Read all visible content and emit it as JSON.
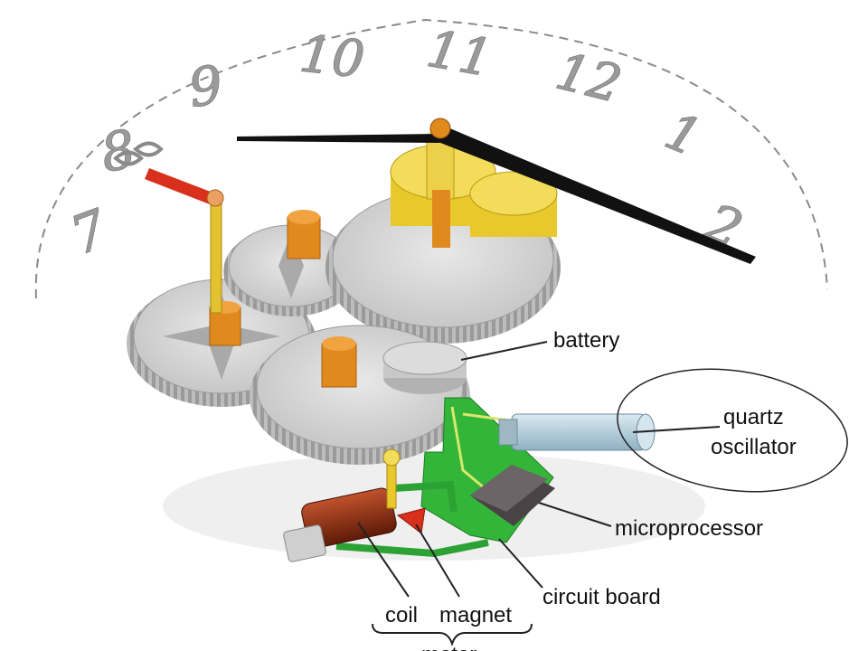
{
  "dial": {
    "numerals": [
      "7",
      "8",
      "9",
      "10",
      "11",
      "12",
      "1",
      "2"
    ]
  },
  "labels": {
    "battery": "battery",
    "quartz": "quartz",
    "oscillator": "oscillator",
    "microprocessor": "microprocessor",
    "circuit_board": "circuit board",
    "coil": "coil",
    "magnet": "magnet",
    "motor": "motor"
  },
  "colors": {
    "gear_gray": "#c9c9c9",
    "gear_dark": "#8f8f8f",
    "gold": "#e8c82a",
    "orange": "#e08a1e",
    "hand_black": "#111111",
    "second_hand_red": "#d8301c",
    "board_green": "#33b53a",
    "chip": "#5b5456",
    "coil_copper": "#8b2b12",
    "quartz_blue": "#b9d3df"
  }
}
